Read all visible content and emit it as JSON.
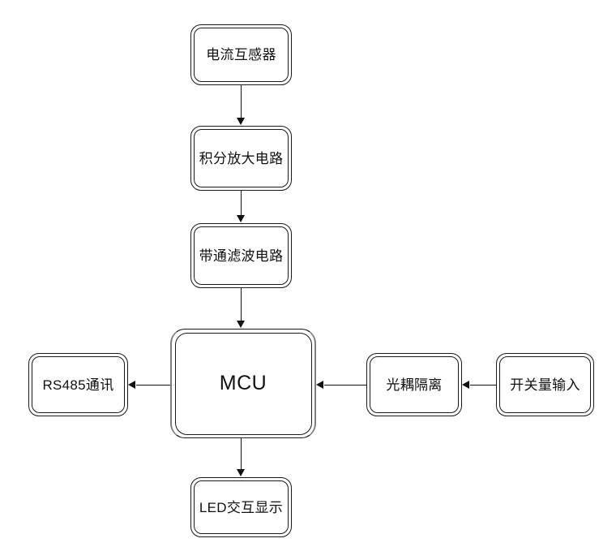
{
  "diagram": {
    "title": "",
    "background_color": "#ffffff",
    "stroke_color": "#111111",
    "node_fill": "#ffffff",
    "accent_color": "#7d7d7d",
    "nodes": [
      {
        "id": "cur-transformer",
        "label": "电流互感器"
      },
      {
        "id": "integrator-amp",
        "label": "积分放大电路"
      },
      {
        "id": "bandpass-filter",
        "label": "带通滤波电路"
      },
      {
        "id": "mcu",
        "label": "MCU"
      },
      {
        "id": "rs485",
        "label": "RS485通讯"
      },
      {
        "id": "optocoupler",
        "label": "光耦隔离"
      },
      {
        "id": "switch-input",
        "label": "开关量输入"
      },
      {
        "id": "led-display",
        "label": "LED交互显示"
      }
    ],
    "edges": [
      {
        "id": "e1",
        "from": "cur-transformer",
        "to": "integrator-amp",
        "direction": "down"
      },
      {
        "id": "e2",
        "from": "integrator-amp",
        "to": "bandpass-filter",
        "direction": "down"
      },
      {
        "id": "e3",
        "from": "bandpass-filter",
        "to": "mcu",
        "direction": "down"
      },
      {
        "id": "e4",
        "from": "mcu",
        "to": "led-display",
        "direction": "down"
      },
      {
        "id": "e5",
        "from": "mcu",
        "to": "rs485",
        "direction": "left"
      },
      {
        "id": "e6",
        "from": "optocoupler",
        "to": "mcu",
        "direction": "left"
      },
      {
        "id": "e7",
        "from": "switch-input",
        "to": "optocoupler",
        "direction": "left"
      }
    ]
  }
}
